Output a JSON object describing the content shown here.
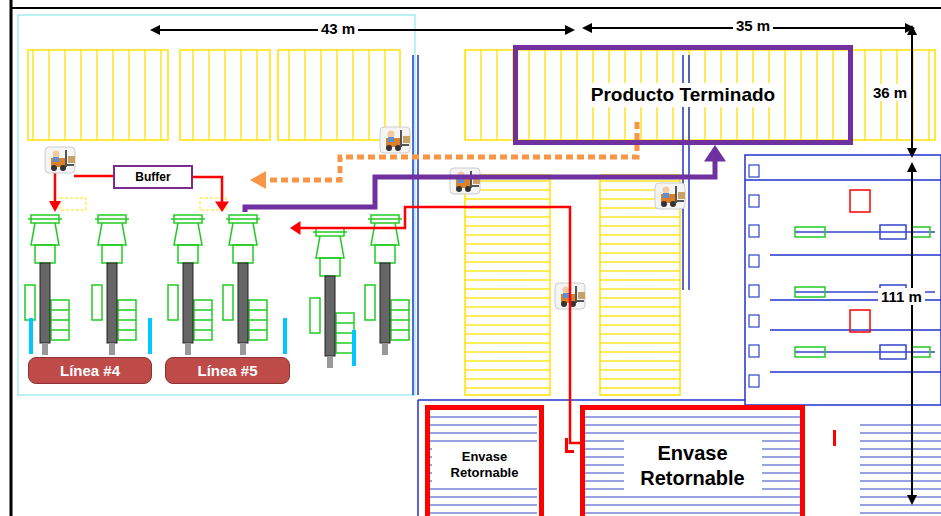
{
  "diagram": {
    "nodes": [
      {
        "text": [
          "Producto Terminado"
        ]
      },
      {
        "text": [
          "Buffer"
        ]
      },
      {
        "text": [
          "Línea #4"
        ]
      },
      {
        "text": [
          "Línea #5"
        ]
      },
      {
        "text": [
          "Envase Retornable"
        ]
      },
      {
        "text": [
          "Envase Retornable"
        ]
      }
    ],
    "edges": [
      {
        "from": 1,
        "to": 3,
        "arrow": "to"
      },
      {
        "from": 5,
        "to": 3,
        "arrow": "to"
      },
      {
        "from": 3,
        "to": 0,
        "arrow": "to"
      }
    ],
    "labels": [
      "43 m",
      "35 m",
      "36 m",
      "111 m"
    ]
  }
}
